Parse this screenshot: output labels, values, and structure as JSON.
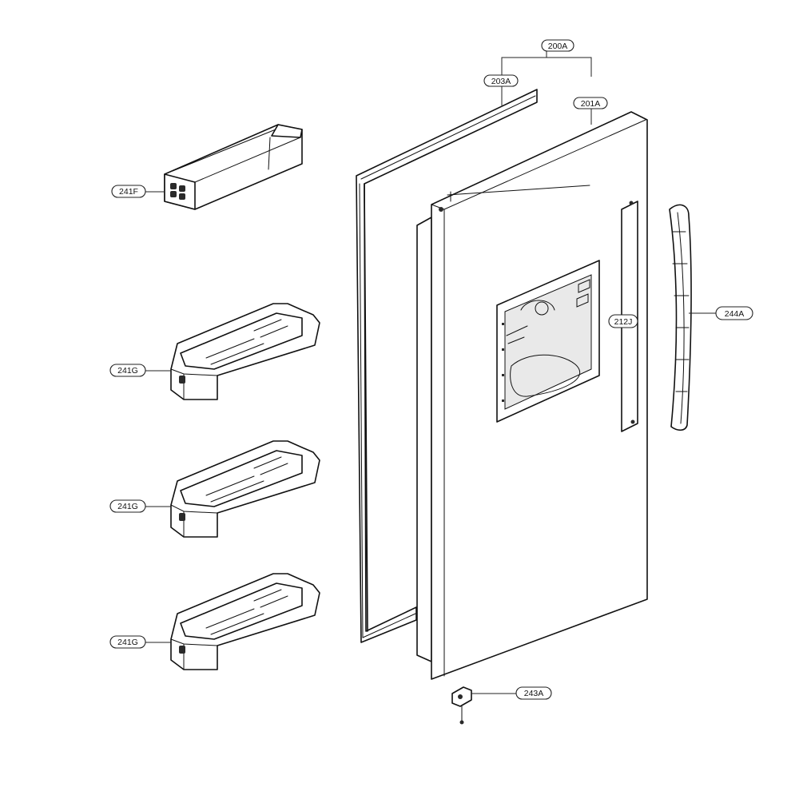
{
  "labels": {
    "door_assembly": "200A",
    "gasket": "203A",
    "door_foam": "201A",
    "egg_tray": "241F",
    "bin_1": "241G",
    "bin_2": "241G",
    "bin_3": "241G",
    "dispenser_cover": "212J",
    "handle": "244A",
    "hinge": "243A"
  }
}
